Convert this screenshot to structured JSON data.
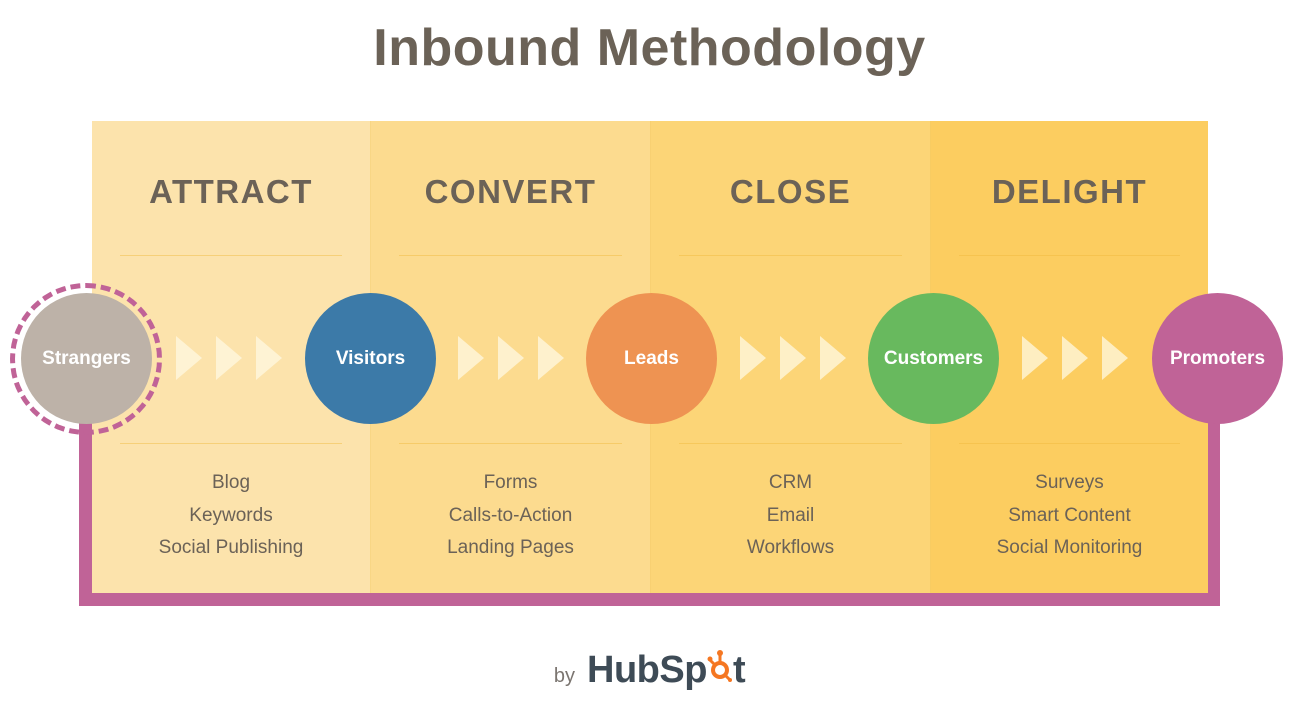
{
  "title": "Inbound Methodology",
  "stages": [
    {
      "label": "ATTRACT",
      "tools": [
        "Blog",
        "Keywords",
        "Social Publishing"
      ],
      "bg": "#fce3ac"
    },
    {
      "label": "CONVERT",
      "tools": [
        "Forms",
        "Calls-to-Action",
        "Landing Pages"
      ],
      "bg": "#fcdb8f"
    },
    {
      "label": "CLOSE",
      "tools": [
        "CRM",
        "Email",
        "Workflows"
      ],
      "bg": "#fcd577"
    },
    {
      "label": "DELIGHT",
      "tools": [
        "Surveys",
        "Smart Content",
        "Social Monitoring"
      ],
      "bg": "#fccd60"
    }
  ],
  "personas": [
    {
      "label": "Strangers",
      "color": "#bdb2a8"
    },
    {
      "label": "Visitors",
      "color": "#3c7aa8"
    },
    {
      "label": "Leads",
      "color": "#ee9352"
    },
    {
      "label": "Customers",
      "color": "#68b95e"
    },
    {
      "label": "Promoters",
      "color": "#c06397"
    }
  ],
  "loop_color": "#c06397",
  "footer": {
    "by": "by",
    "brand_prefix": "HubSp",
    "brand_suffix": "t",
    "brand_accent": "#f57722"
  }
}
